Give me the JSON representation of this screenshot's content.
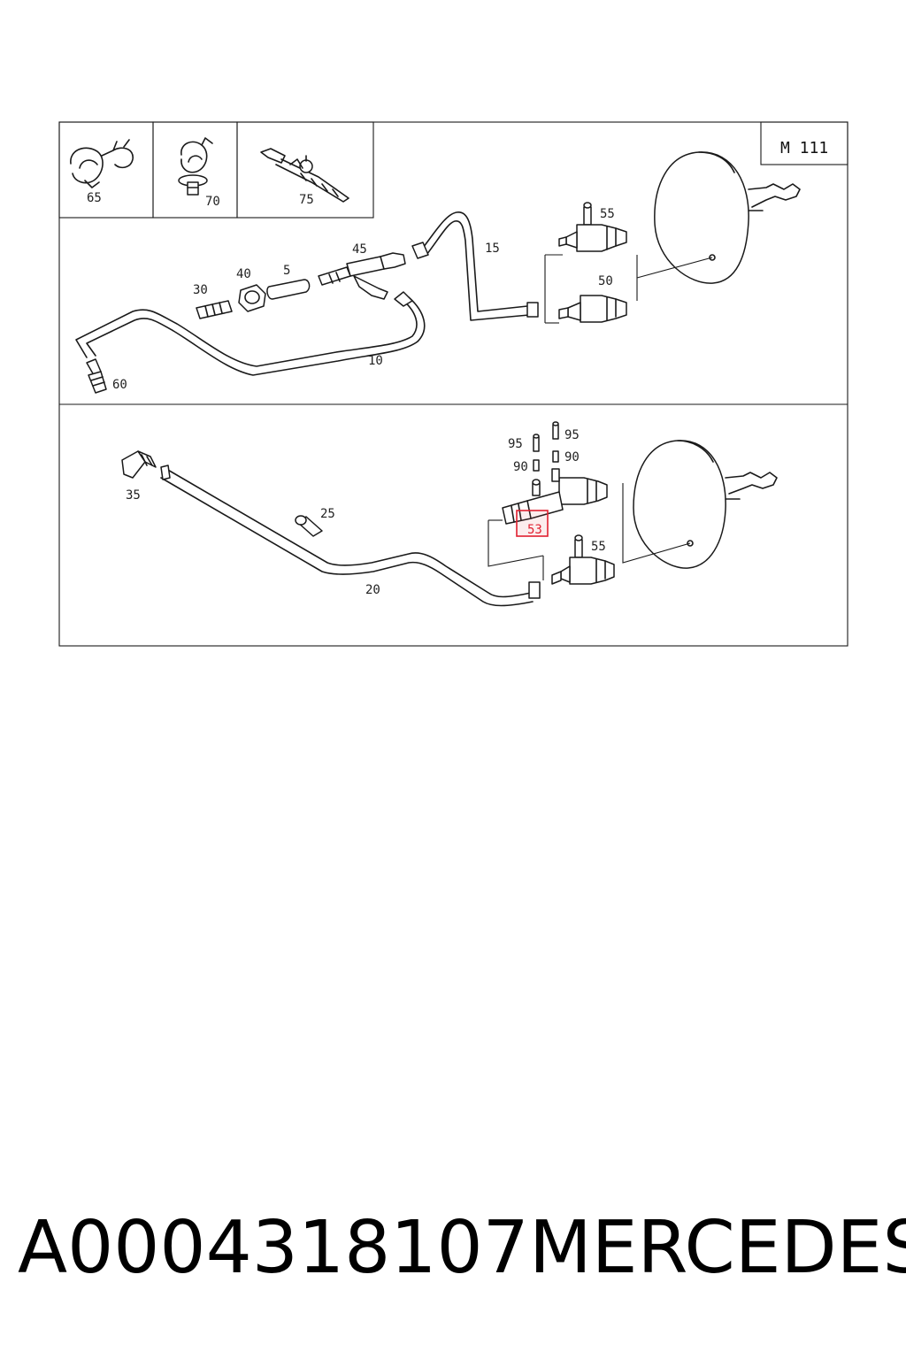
{
  "model_code": "M 111",
  "callouts": {
    "c5": "5",
    "c10": "10",
    "c15": "15",
    "c20": "20",
    "c25": "25",
    "c30": "30",
    "c35": "35",
    "c40": "40",
    "c45": "45",
    "c50": "50",
    "c53": "53",
    "c55a": "55",
    "c55b": "55",
    "c60": "60",
    "c65": "65",
    "c70": "70",
    "c75": "75",
    "c90a": "90",
    "c90b": "90",
    "c95a": "95",
    "c95b": "95"
  },
  "highlighted_callout": "53",
  "highlight_color": "#e02030",
  "footer": {
    "part_number": "A0004318107",
    "brand": "MERCEDES"
  }
}
